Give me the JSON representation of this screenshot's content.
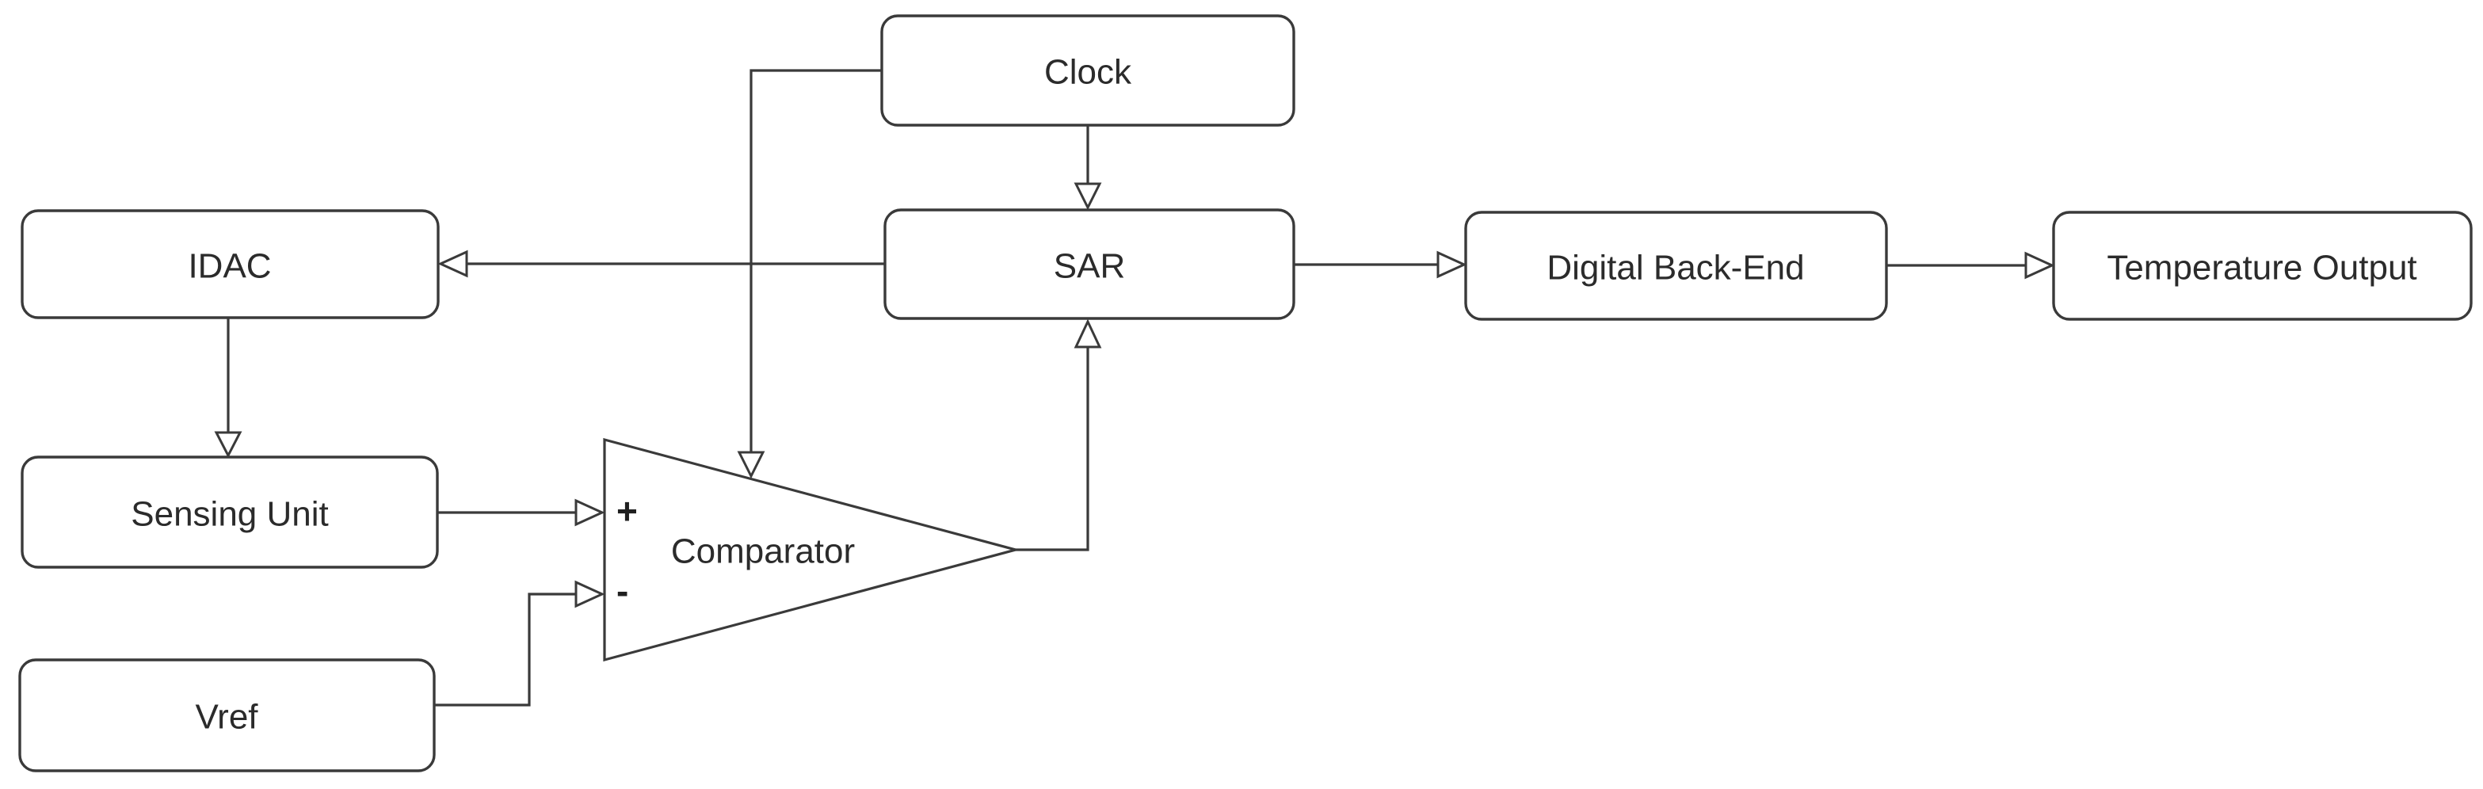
{
  "diagram": {
    "type": "block-diagram",
    "background_color": "#ffffff",
    "stroke_color": "#3a3a3a",
    "text_color": "#2b2b2b",
    "nodes": {
      "clock": {
        "label": "Clock",
        "shape": "rounded-rect"
      },
      "idac": {
        "label": "IDAC",
        "shape": "rounded-rect"
      },
      "sar": {
        "label": "SAR",
        "shape": "rounded-rect"
      },
      "digital_back_end": {
        "label": "Digital Back-End",
        "shape": "rounded-rect"
      },
      "temperature_output": {
        "label": "Temperature Output",
        "shape": "rounded-rect"
      },
      "sensing_unit": {
        "label": "Sensing Unit",
        "shape": "rounded-rect"
      },
      "vref": {
        "label": "Vref",
        "shape": "rounded-rect"
      },
      "comparator": {
        "label": "Comparator",
        "shape": "triangle-right",
        "plus_input": "+",
        "minus_input": "-"
      }
    },
    "connections": [
      {
        "from": "clock",
        "to": "sar",
        "arrow": "open-triangle"
      },
      {
        "from": "clock",
        "to": "comparator",
        "arrow": "open-triangle"
      },
      {
        "from": "sar",
        "to": "idac",
        "arrow": "open-triangle"
      },
      {
        "from": "sar",
        "to": "digital_back_end",
        "arrow": "open-triangle"
      },
      {
        "from": "digital_back_end",
        "to": "temperature_output",
        "arrow": "open-triangle"
      },
      {
        "from": "idac",
        "to": "sensing_unit",
        "arrow": "open-triangle"
      },
      {
        "from": "sensing_unit",
        "to": "comparator_plus_input",
        "arrow": "open-triangle"
      },
      {
        "from": "vref",
        "to": "comparator_minus_input",
        "arrow": "open-triangle"
      },
      {
        "from": "comparator",
        "to": "sar",
        "arrow": "open-triangle"
      }
    ]
  }
}
